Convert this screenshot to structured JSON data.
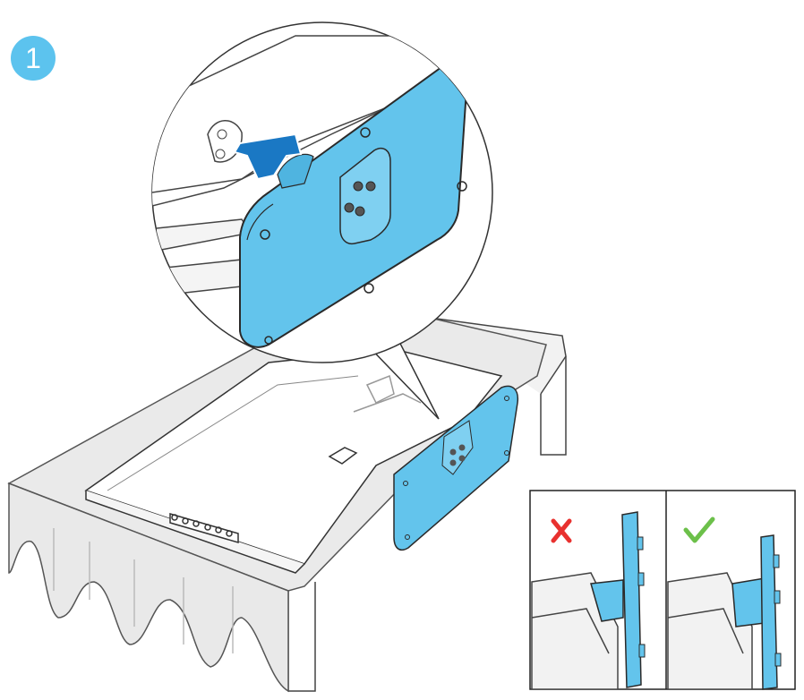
{
  "step": {
    "number": "1"
  },
  "colors": {
    "accent": "#5cc3ee",
    "plate_fill": "#63c4ec",
    "arrow": "#1a78c4",
    "wrong_mark": "#e8312f",
    "right_mark": "#6cc04a",
    "line": "#333333",
    "cloth": "#eeeeee"
  },
  "icons": {
    "wrong": "cross-mark-icon",
    "right": "check-mark-icon",
    "insert": "insert-arrow-icon"
  },
  "panels": {
    "incorrect": {
      "mark": "cross"
    },
    "correct": {
      "mark": "check"
    }
  }
}
